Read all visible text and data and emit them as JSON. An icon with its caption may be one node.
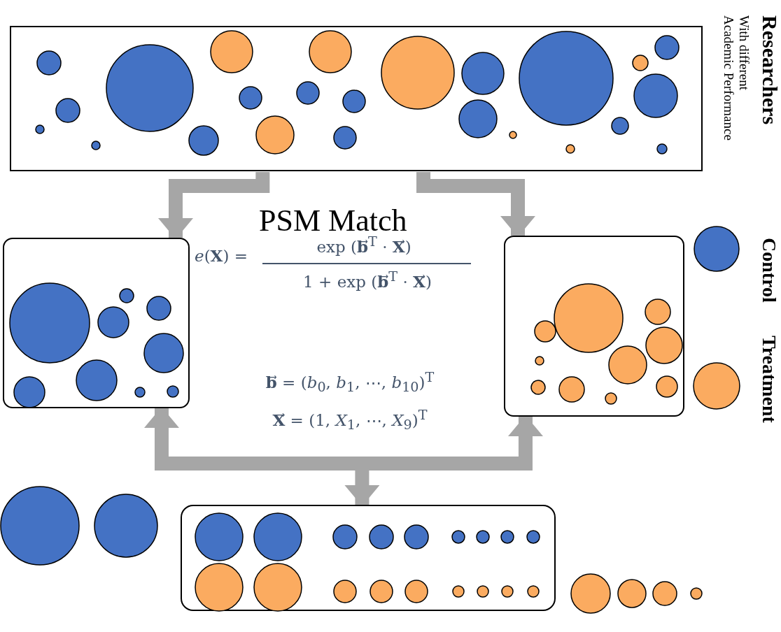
{
  "diagram": {
    "nodes": [
      {
        "text": [],
        "shape": "box",
        "beside": [
          "Researchers",
          "With different Academic Performance"
        ]
      },
      {
        "text": [],
        "shape": "box"
      },
      {
        "text": [],
        "shape": "box"
      },
      {
        "text": [],
        "shape": "box"
      }
    ],
    "edges": [
      {
        "from": 0,
        "to": 1,
        "arrow": "to"
      },
      {
        "from": 0,
        "to": 2,
        "arrow": "to"
      },
      {
        "from": 1,
        "to": 2,
        "arrow": "both"
      },
      {
        "from": null,
        "to": 3,
        "arrow": "to"
      }
    ],
    "labels": [
      "PSM Match",
      "*e*(**X**) =",
      "exp (**b**⃗$^{T}$ · **X**⃗)",
      "1 + exp (**b**⃗$^{T}$ · **X**⃗)",
      "**b**⃗ = (*b*$_{0}$, *b*$_{1}$, ⋯, *b*$_{10}$)$^{T}$",
      "**X**⃗ = (1, *X*$_{1}$, ⋯, *X*$_{9}$)$^{T}$"
    ],
    "legend": [
      {
        "text": "Control",
        "color": "#4472c4"
      },
      {
        "text": "Treatment",
        "color": "#fbab60"
      }
    ]
  }
}
